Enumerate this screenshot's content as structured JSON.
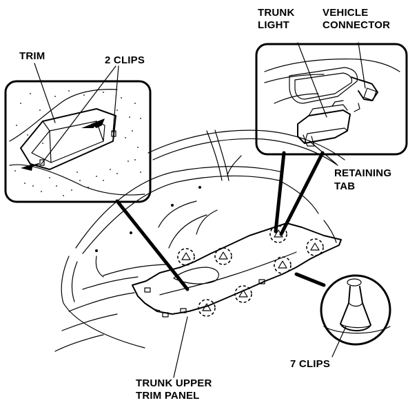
{
  "labels": {
    "trim": "TRIM",
    "two_clips": "2 CLIPS",
    "trunk_light_line1": "TRUNK",
    "trunk_light_line2": "LIGHT",
    "vehicle_connector_line1": "VEHICLE",
    "vehicle_connector_line2": "CONNECTOR",
    "retaining_tab_line1": "RETAINING",
    "retaining_tab_line2": "TAB",
    "seven_clips": "7 CLIPS",
    "trunk_upper_trim_panel_line1": "TRUNK UPPER",
    "trunk_upper_trim_panel_line2": "TRIM PANEL"
  }
}
